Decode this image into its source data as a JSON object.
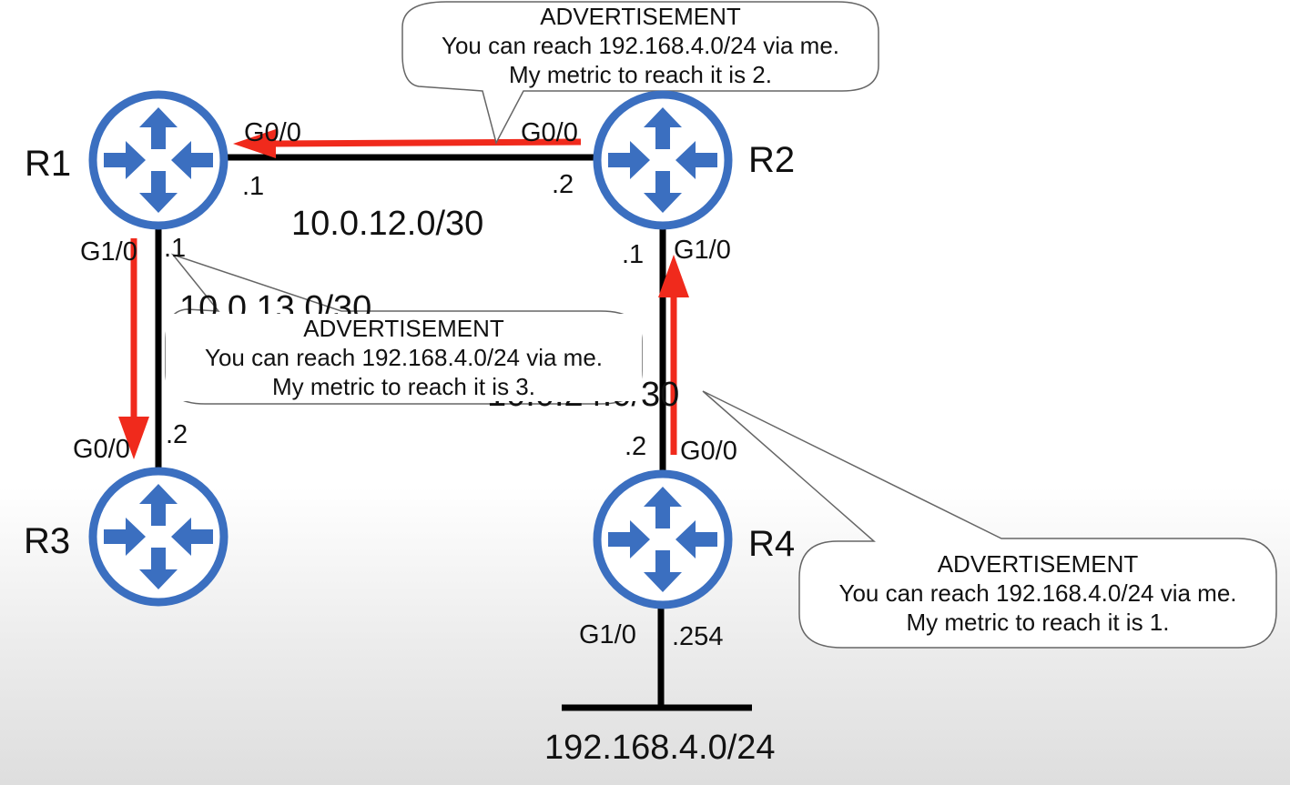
{
  "routers": [
    {
      "id": "r1",
      "name": "R1"
    },
    {
      "id": "r2",
      "name": "R2"
    },
    {
      "id": "r3",
      "name": "R3"
    },
    {
      "id": "r4",
      "name": "R4"
    }
  ],
  "links": {
    "r1_r2": {
      "network": "10.0.12.0/30",
      "r1_iface": "G0/0",
      "r1_ip": ".1",
      "r2_iface": "G0/0",
      "r2_ip": ".2"
    },
    "r1_r3": {
      "network": "10.0.13.0/30",
      "r1_iface": "G1/0",
      "r1_ip": ".1",
      "r3_iface": "G0/0",
      "r3_ip": ".2"
    },
    "r2_r4": {
      "network": "10.0.24.0/30",
      "r2_iface": "G1/0",
      "r2_ip": ".1",
      "r4_iface": "G0/0",
      "r4_ip": ".2"
    },
    "r4_lan": {
      "network": "192.168.4.0/24",
      "r4_iface": "G1/0",
      "r4_ip": ".254"
    }
  },
  "advertisements": [
    {
      "id": "adv-r2",
      "title": "ADVERTISEMENT",
      "line1": "You can reach 192.168.4.0/24 via me.",
      "line2": "My metric to reach it is 2."
    },
    {
      "id": "adv-r1",
      "title": "ADVERTISEMENT",
      "line1": "You can reach 192.168.4.0/24 via me.",
      "line2": "My metric to reach it is 3."
    },
    {
      "id": "adv-r4",
      "title": "ADVERTISEMENT",
      "line1": "You can reach 192.168.4.0/24 via me.",
      "line2": "My metric to reach it is 1."
    }
  ],
  "colors": {
    "router": "#3b6fc0",
    "router_fill": "#ffffff",
    "link": "#000000",
    "advert_arrow": "#f02a1c",
    "bubble_stroke": "#666666",
    "bubble_fill": "#ffffff"
  }
}
